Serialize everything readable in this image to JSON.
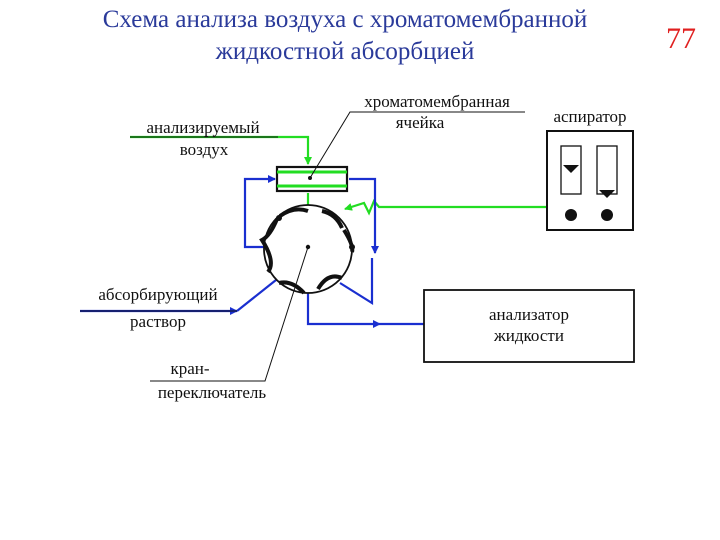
{
  "title": {
    "line1": "Схема анализа воздуха с хроматомембранной",
    "line2": "жидкостной абсорбцией"
  },
  "slide_number": "77",
  "labels": {
    "cell_line1": "хроматомембранная",
    "cell_line2": "ячейка",
    "aspirator": "аспиратор",
    "air_line1": "анализируемый",
    "air_line2": "воздух",
    "absorbent_line1": "абсорбирующий",
    "absorbent_line2": "раствор",
    "valve_line1": "кран-",
    "valve_line2": "переключатель",
    "analyzer_line1": "анализатор",
    "analyzer_line2": "жидкости"
  },
  "colors": {
    "title": "#2a3a9a",
    "slide_number": "#e02020",
    "gas_flow": "#22dd22",
    "liquid_flow": "#1a2fd0"
  }
}
